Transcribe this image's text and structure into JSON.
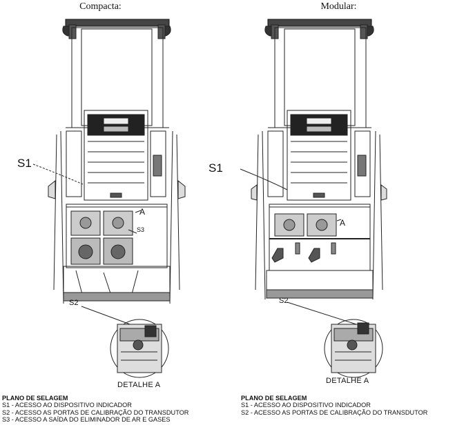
{
  "compact": {
    "title": "Compacta:",
    "label_s1": "S1",
    "label_s2": "S2",
    "label_s3": "S3",
    "label_a": "A",
    "detail_caption": "DETALHE A",
    "legend": {
      "title": "PLANO DE SELAGEM",
      "items": [
        "S1 - ACESSO AO DISPOSITIVO INDICADOR",
        "S2 - ACESSO AS PORTAS DE CALIBRAÇÃO DO TRANSDUTOR",
        "S3 - ACESSO A SAÍDA DO ELIMINADOR DE AR E GASES"
      ]
    }
  },
  "modular": {
    "title": "Modular:",
    "label_s1": "S1",
    "label_s2": "S2",
    "label_a": "A",
    "detail_caption": "DETALHE A",
    "legend": {
      "title": "PLANO DE SELAGEM",
      "items": [
        "S1 - ACESSO AO DISPOSITIVO INDICADOR",
        "S2 - ACESSO AS PORTAS DE CALIBRAÇÃO DO TRANSDUTOR"
      ]
    }
  }
}
